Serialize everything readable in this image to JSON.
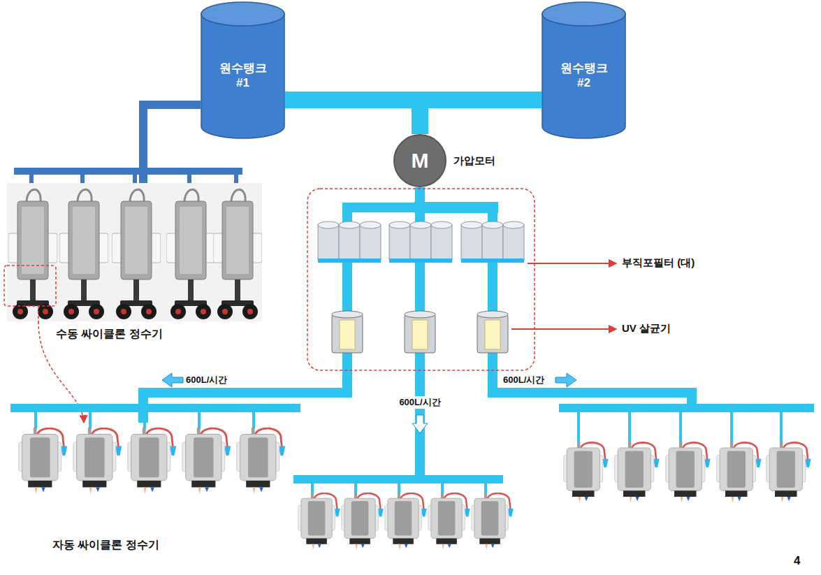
{
  "diagram": {
    "nodes": [
      {
        "text": [
          "원수탱크 #1"
        ]
      },
      {
        "text": [
          "원수탱크 #2"
        ]
      },
      {
        "text": [
          "M",
          "가압모터"
        ]
      },
      {
        "text": [
          "수동 싸이클론 정수기"
        ]
      },
      {
        "text": [
          "자동 싸이클론 정수기"
        ]
      }
    ],
    "edges": [
      {
        "from": 0,
        "to": 2,
        "arrow": "none"
      },
      {
        "from": 1,
        "to": 2,
        "arrow": "none"
      },
      {
        "from": 0,
        "to": 3,
        "arrow": "none"
      },
      {
        "from": 2,
        "to": 4,
        "arrow": "none"
      },
      {
        "from": 3,
        "to": 4,
        "arrow": "to"
      }
    ],
    "labels": [
      "부직포필터 (대)",
      "UV 살균기",
      "600L/시간",
      "600L/시간",
      "600L/시간",
      "4"
    ]
  }
}
